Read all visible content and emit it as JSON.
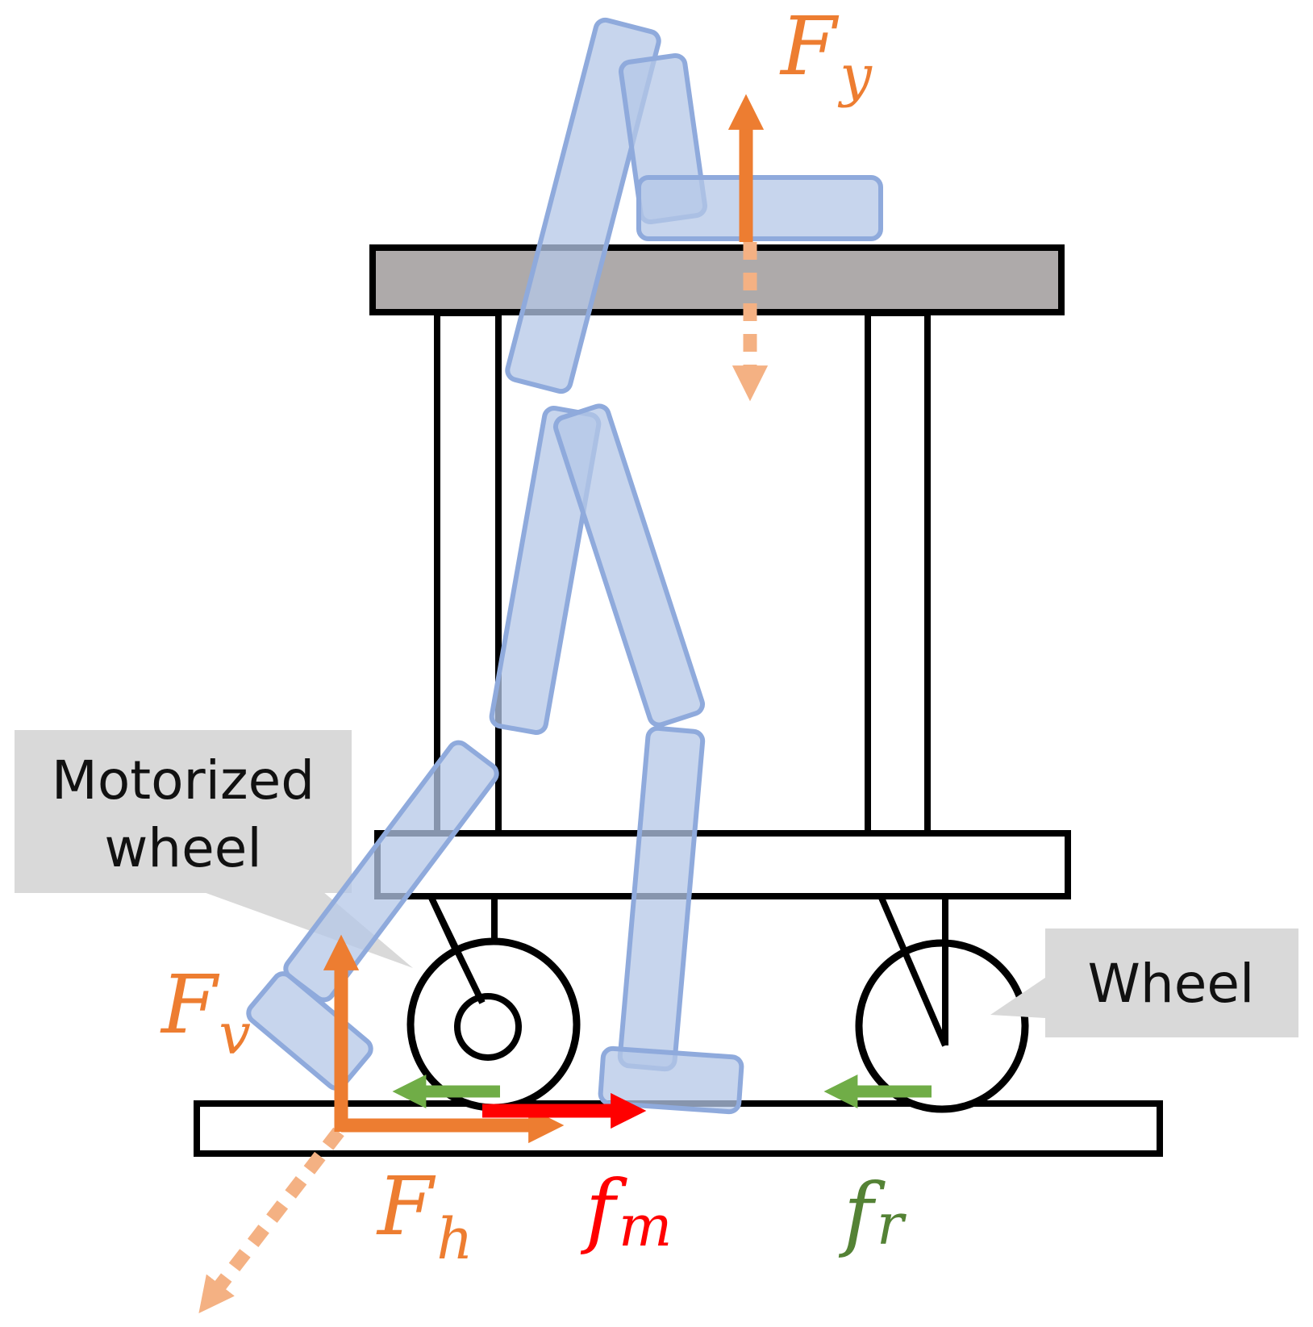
{
  "colors": {
    "orange": "#ED7D31",
    "orange_light": "#F4B183",
    "red": "#FF0000",
    "green": "#70AD47",
    "green_dark": "#548235",
    "blue_fill": "#B4C7E7",
    "blue_stroke": "#8FAADC",
    "tabletop_gray": "#AEAAAA",
    "callout_gray": "#D9D9D9",
    "outline": "#000000"
  },
  "callouts": {
    "motorized_line1": "Motorized",
    "motorized_line2": "wheel",
    "wheel": "Wheel"
  },
  "forces": {
    "fy": {
      "base": "F",
      "sub": "y"
    },
    "fv": {
      "base": "F",
      "sub": "v"
    },
    "fh": {
      "base": "F",
      "sub": "h"
    },
    "fm": {
      "base": "f",
      "sub": "m"
    },
    "fr": {
      "base": "f",
      "sub": "r"
    }
  }
}
